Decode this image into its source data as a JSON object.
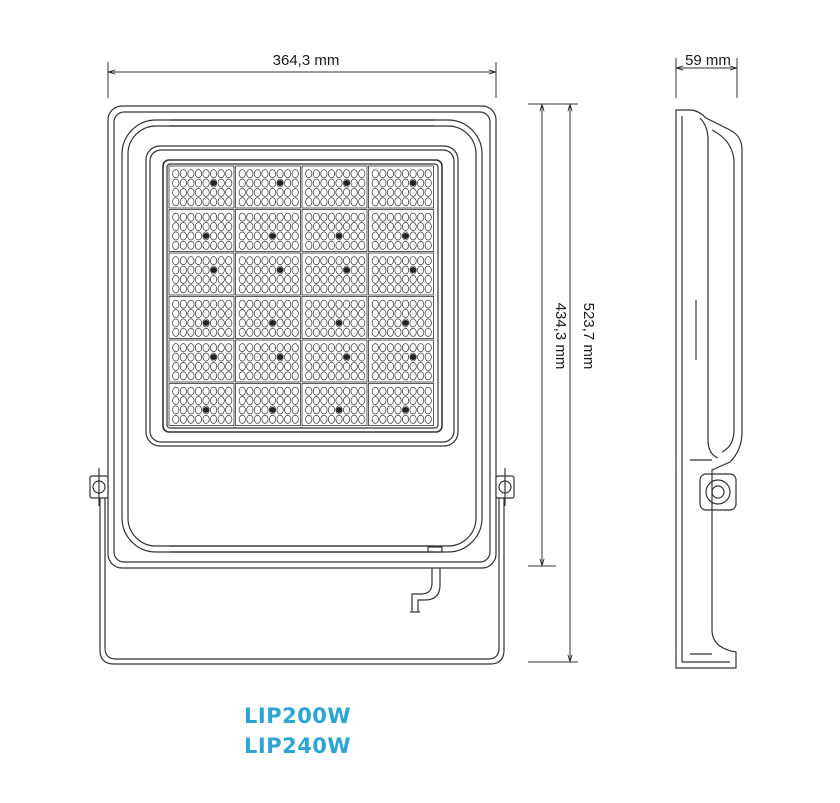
{
  "dimensions": {
    "width": "364,3 mm",
    "depth": "59 mm",
    "height_body": "434,3 mm",
    "height_total": "523,7 mm"
  },
  "models": [
    "LIP200W",
    "LIP240W"
  ],
  "led_grid": {
    "rows": 6,
    "columns": 4
  },
  "colors": {
    "line": "#333333",
    "model_text": "#2aa5d6"
  }
}
